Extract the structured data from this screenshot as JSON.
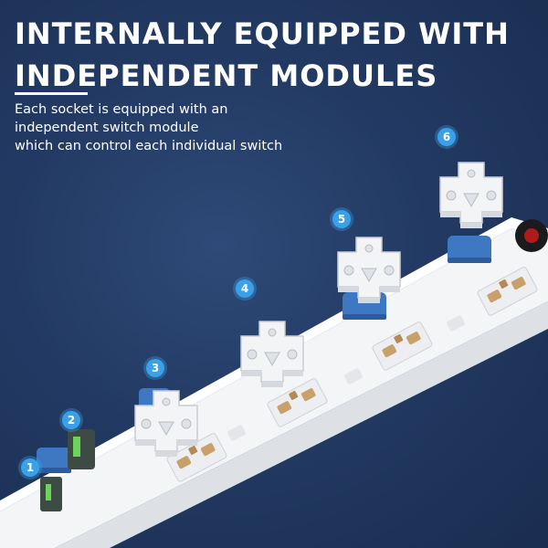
{
  "headline": {
    "line1": "INTERNALLY EQUIPPED WITH",
    "line2": "INDEPENDENT MODULES"
  },
  "description": {
    "line1": "Each socket is equipped with an",
    "line2": "independent switch module",
    "line3": "which can control each individual switch"
  },
  "badges": [
    "1",
    "2",
    "3",
    "4",
    "5",
    "6"
  ],
  "colors": {
    "background": "#223a63",
    "text": "#ffffff",
    "badge": "#3aa0e8",
    "switch_module": "#3e78c2",
    "socket_body": "#f2f3f5",
    "contacts": "#c8a06a"
  }
}
